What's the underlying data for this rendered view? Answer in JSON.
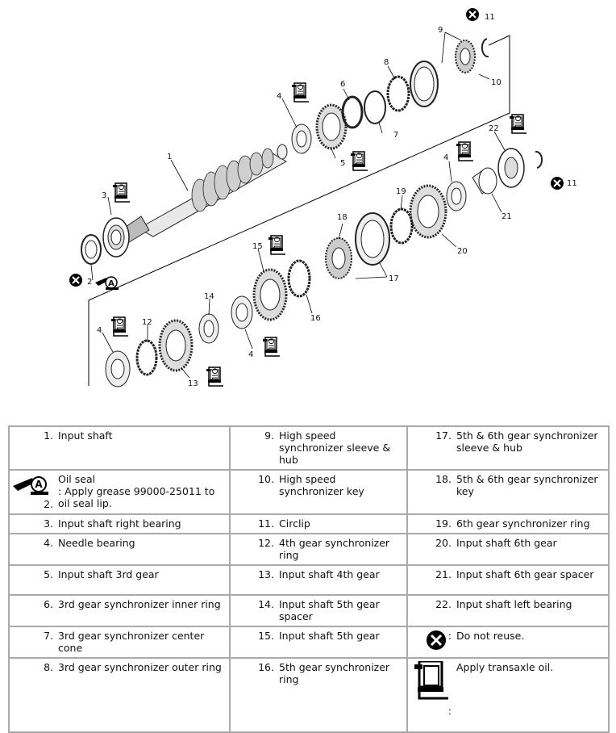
{
  "diagram": {
    "callouts": {
      "c1": "1",
      "c2": "2",
      "c3": "3",
      "c4a": "4",
      "c4b": "4",
      "c4c": "4",
      "c4d": "4",
      "c5": "5",
      "c6": "6",
      "c7": "7",
      "c8": "8",
      "c9": "9",
      "c10": "10",
      "c11a": "11",
      "c11b": "11",
      "c12": "12",
      "c13": "13",
      "c14": "14",
      "c15": "15",
      "c16": "16",
      "c17": "17",
      "c18": "18",
      "c19": "19",
      "c20": "20",
      "c21": "21",
      "c22": "22"
    },
    "oil_label": "OIL",
    "grease_label": "A"
  },
  "legend": {
    "col1": [
      {
        "num": "1.",
        "text": "Input shaft"
      },
      {
        "num": "2.",
        "text": "Oil seal\n: Apply grease 99000-25011 to oil seal lip."
      },
      {
        "num": "3.",
        "text": "Input shaft right bearing"
      },
      {
        "num": "4.",
        "text": "Needle bearing"
      },
      {
        "num": "5.",
        "text": "Input shaft 3rd gear"
      },
      {
        "num": "6.",
        "text": "3rd gear synchronizer inner ring"
      },
      {
        "num": "7.",
        "text": "3rd gear synchronizer center cone"
      },
      {
        "num": "8.",
        "text": "3rd gear synchronizer outer ring"
      }
    ],
    "col2": [
      {
        "num": "9.",
        "text": "High speed synchronizer sleeve & hub"
      },
      {
        "num": "10.",
        "text": "High speed synchronizer key"
      },
      {
        "num": "11.",
        "text": "Circlip"
      },
      {
        "num": "12.",
        "text": "4th gear synchronizer ring"
      },
      {
        "num": "13.",
        "text": "Input shaft 4th gear"
      },
      {
        "num": "14.",
        "text": "Input shaft 5th gear spacer"
      },
      {
        "num": "15.",
        "text": "Input shaft 5th gear"
      },
      {
        "num": "16.",
        "text": "5th gear synchronizer ring"
      }
    ],
    "col3": [
      {
        "num": "17.",
        "text": "5th & 6th gear synchronizer sleeve & hub"
      },
      {
        "num": "18.",
        "text": "5th & 6th gear synchronizer key"
      },
      {
        "num": "19.",
        "text": "6th gear synchronizer ring"
      },
      {
        "num": "20.",
        "text": "Input shaft 6th gear"
      },
      {
        "num": "21.",
        "text": "Input shaft 6th gear spacer"
      },
      {
        "num": "22.",
        "text": "Input shaft left bearing"
      },
      {
        "num": ":",
        "text": "Do not reuse."
      },
      {
        "num": ":",
        "text": "Apply transaxle oil."
      }
    ]
  }
}
